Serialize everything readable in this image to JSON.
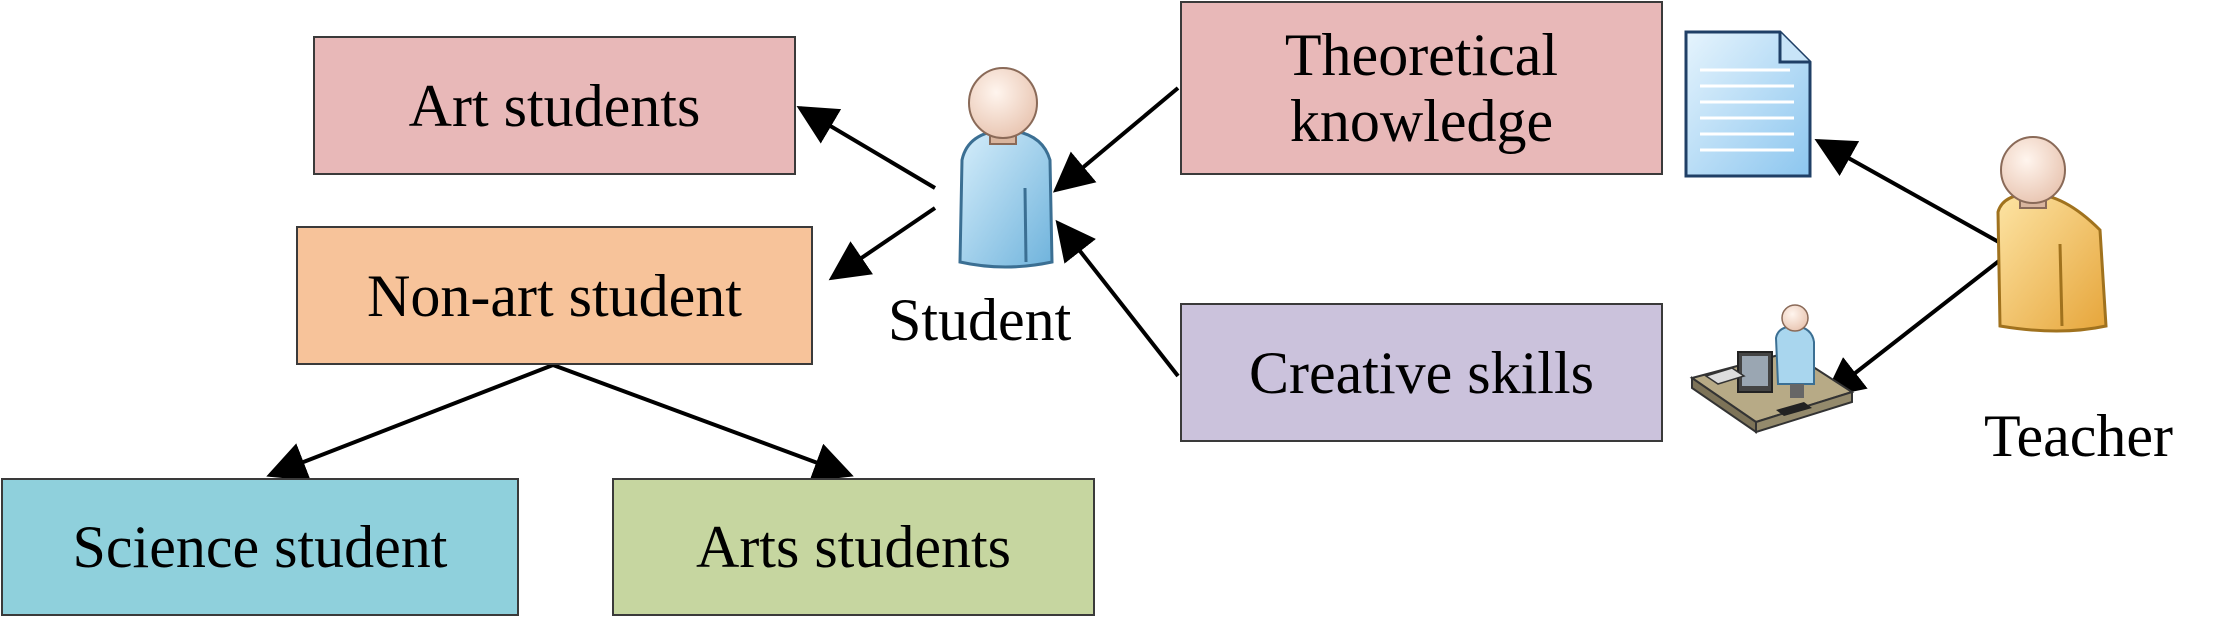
{
  "colors": {
    "art_students_fill": "#e8b8b8",
    "non_art_fill": "#f7c39a",
    "science_fill": "#8fd0dc",
    "arts_students_fill": "#c6d6a0",
    "theoretical_fill": "#e8b8b8",
    "creative_fill": "#cbc2dc",
    "arrow": "#000000",
    "student_body": "#a9d6ee",
    "teacher_body": "#f5c15a"
  },
  "nodes": {
    "art_students": "Art students",
    "non_art_student": "Non-art student",
    "science_student": "Science student",
    "arts_students": "Arts students",
    "theoretical_line1": "Theoretical",
    "theoretical_line2": "knowledge",
    "creative_skills": "Creative skills"
  },
  "actors": {
    "student": "Student",
    "teacher": "Teacher"
  },
  "icons": [
    "student-person-icon",
    "teacher-person-icon",
    "document-icon",
    "computer-workstation-icon"
  ]
}
